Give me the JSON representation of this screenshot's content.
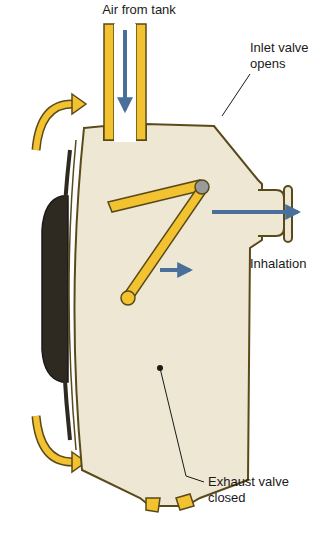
{
  "diagram": {
    "labels": [
      "Air from tank",
      "Inlet valve opens",
      "Inhalation",
      "Exhaust valve closed"
    ]
  }
}
